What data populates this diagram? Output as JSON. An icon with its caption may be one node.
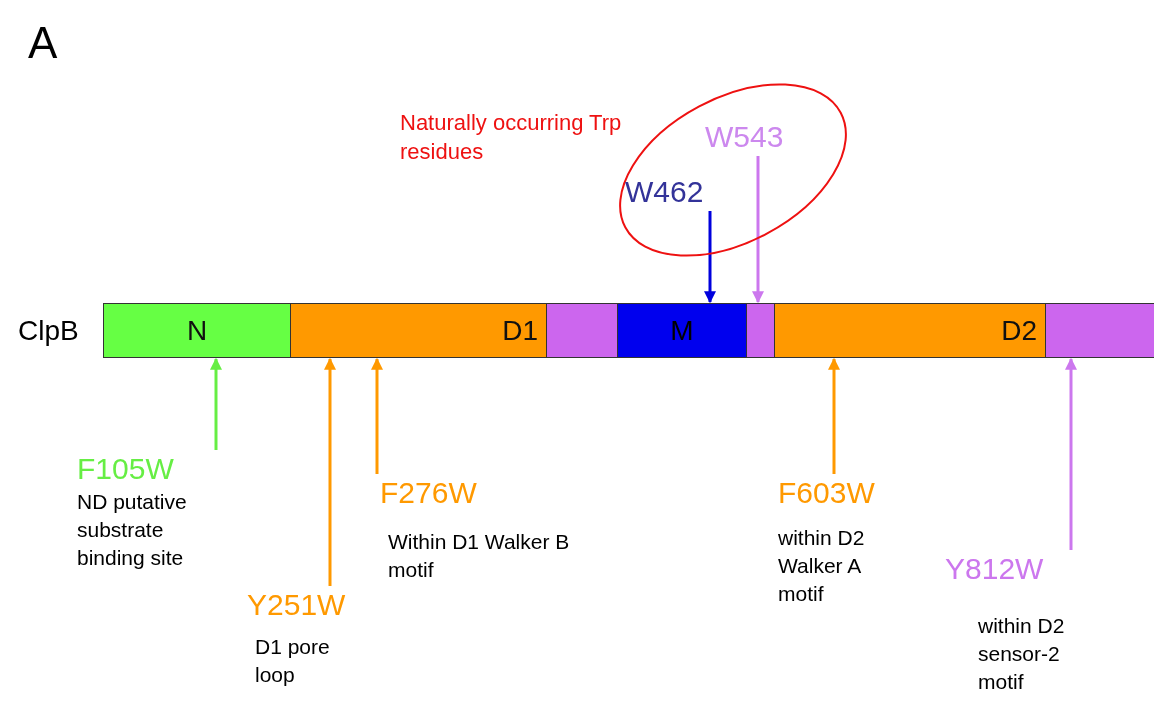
{
  "diagram": {
    "nodes": [
      {
        "text": [],
        "shape": "bar"
      },
      {
        "text": [
          "N"
        ],
        "in": 0
      },
      {
        "text": [
          "D1"
        ],
        "in": 0
      },
      {
        "text": [],
        "shape": "bar",
        "in": 0
      },
      {
        "text": [
          "M"
        ],
        "in": 0
      },
      {
        "text": [],
        "shape": "bar",
        "in": 0
      },
      {
        "text": [
          "D2"
        ],
        "in": 0
      },
      {
        "text": [],
        "shape": "bar",
        "in": 0
      },
      {
        "text": [
          "F105W",
          "ND putative substrate binding site"
        ]
      },
      {
        "text": [
          "Y251W",
          "D1 pore loop"
        ]
      },
      {
        "text": [
          "F276W",
          "Within D1 Walker B motif"
        ]
      },
      {
        "text": [
          "F603W",
          "within D2 Walker A motif"
        ]
      },
      {
        "text": [
          "Y812W",
          "within D2 sensor-2 motif"
        ]
      },
      {
        "text": [
          "Naturally occurring Trp residues"
        ]
      },
      {
        "text": [
          "W462"
        ],
        "in": 13
      },
      {
        "text": [
          "W543"
        ],
        "in": 13
      }
    ],
    "edges": [
      {
        "from": 8,
        "to": 1,
        "arrow": "to",
        "color": "#66ee44"
      },
      {
        "from": 9,
        "to": 2,
        "arrow": "to"
      },
      {
        "from": 10,
        "to": 2,
        "arrow": "to"
      },
      {
        "from": 11,
        "to": 6,
        "arrow": "to"
      },
      {
        "from": 12,
        "to": 7,
        "arrow": "to",
        "color": "#cc77ee"
      },
      {
        "from": 14,
        "to": 4,
        "arrow": "to",
        "color": "#0000dd"
      },
      {
        "from": 15,
        "to": 5,
        "arrow": "to",
        "color": "#cc77ee"
      }
    ],
    "labels": [
      "A",
      "ClpB"
    ]
  }
}
